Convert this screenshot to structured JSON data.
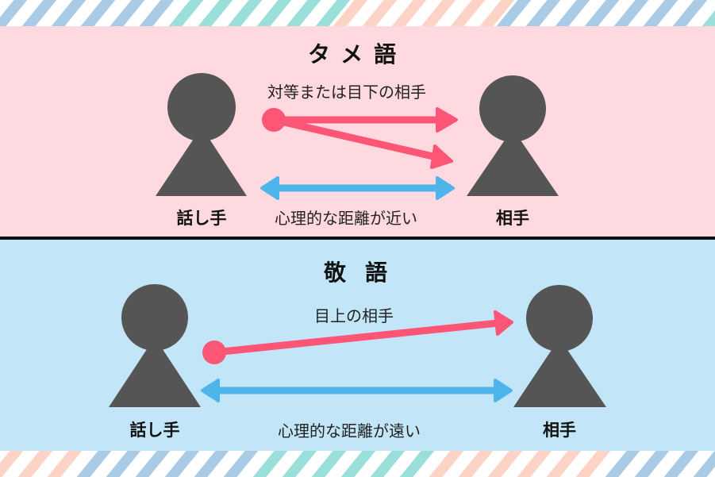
{
  "colors": {
    "tame_bg": "#ffd9e0",
    "keigo_bg": "#c2e6f7",
    "pink_arrow": "#fd5576",
    "blue_arrow": "#4db5ea",
    "figure": "#555555",
    "divider": "#111111",
    "stripe_blue": "#a9cbe6",
    "stripe_teal": "#9adfd9",
    "stripe_peach": "#fdd3c6"
  },
  "tame": {
    "title": "タメ語",
    "top_label": "対等または目下の相手",
    "bottom_label": "心理的な距離が近い",
    "speaker": "話し手",
    "partner": "相手"
  },
  "keigo": {
    "title": "敬語",
    "top_label": "目上の相手",
    "bottom_label": "心理的な距離が遠い",
    "speaker": "話し手",
    "partner": "相手"
  }
}
